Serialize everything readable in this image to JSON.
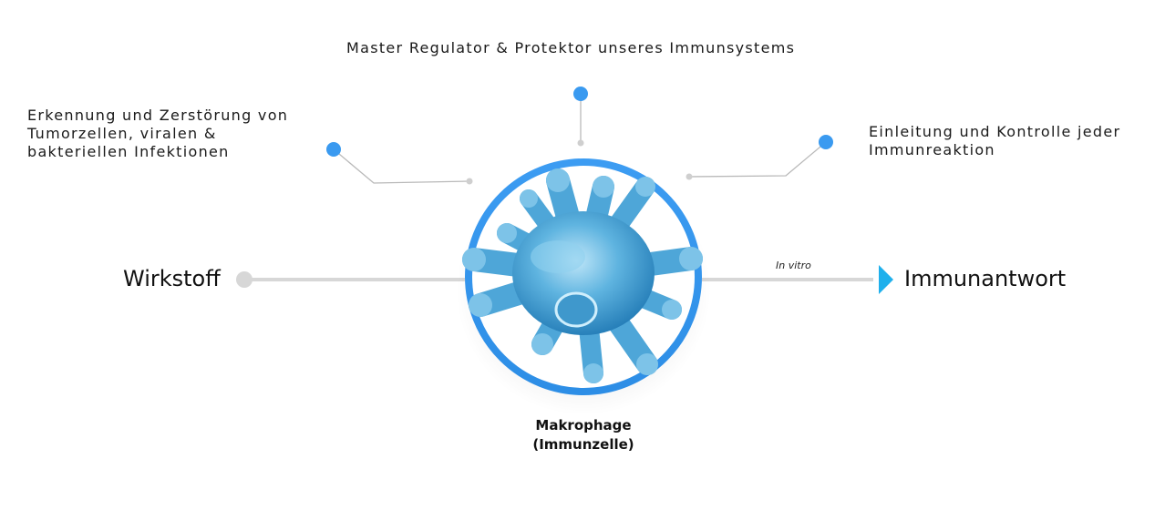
{
  "annotations": {
    "top": "Master Regulator & Protektor unseres Immunsystems",
    "left_line1": "Erkennung und Zerstörung von",
    "left_line2": "Tumorzellen, viralen &",
    "left_line3": "bakteriellen Infektionen",
    "right_line1": "Einleitung und Kontrolle jeder",
    "right_line2": "Immunreaktion"
  },
  "flow": {
    "input": "Wirkstoff",
    "output": "Immunantwort",
    "process_note": "In vitro"
  },
  "cell": {
    "caption_line1": "Makrophage",
    "caption_line2": "(Immunzelle)"
  },
  "colors": {
    "accent_blue": "#3a9af0",
    "arrow_blue": "#1fb0ec",
    "line_gray": "#d7d7d7",
    "connector_gray": "#9a9a9a",
    "cell_blue": "#5fb4e0"
  }
}
